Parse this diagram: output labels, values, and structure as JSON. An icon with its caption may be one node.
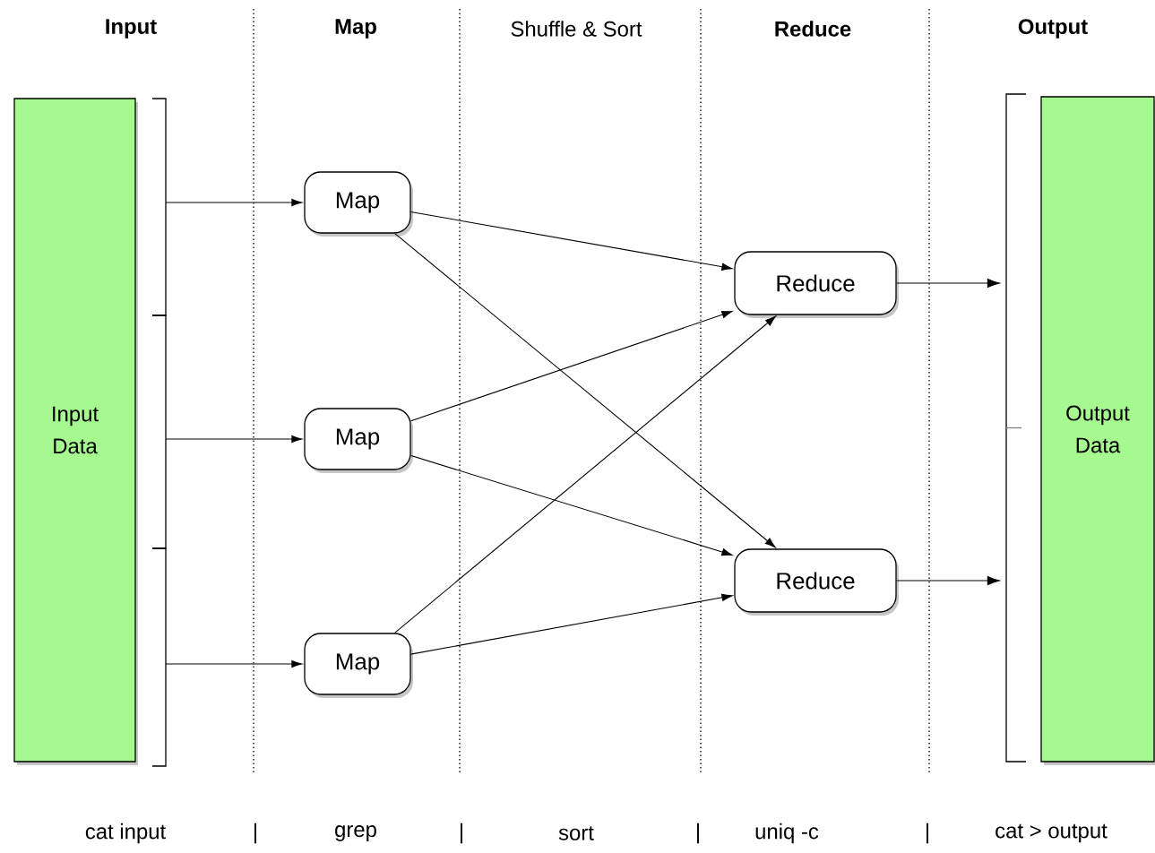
{
  "diagram": {
    "nodes": [
      {
        "text": [
          "Input Data"
        ]
      },
      {
        "text": [],
        "shape": "bracket"
      },
      {
        "text": [],
        "shape": "bracket"
      },
      {
        "text": [],
        "shape": "bracket"
      },
      {
        "text": [
          "Map"
        ]
      },
      {
        "text": [
          "Map"
        ]
      },
      {
        "text": [
          "Map"
        ]
      },
      {
        "text": [
          "Reduce"
        ]
      },
      {
        "text": [
          "Reduce"
        ]
      },
      {
        "text": [],
        "shape": "bracket"
      },
      {
        "text": [
          "Output Data"
        ]
      }
    ],
    "edges": [
      {
        "from": 1,
        "to": 4,
        "arrow": "to"
      },
      {
        "from": 2,
        "to": 5,
        "arrow": "to"
      },
      {
        "from": 3,
        "to": 6,
        "arrow": "to"
      },
      {
        "from": 4,
        "to": 7,
        "arrow": "to"
      },
      {
        "from": 4,
        "to": 8,
        "arrow": "to"
      },
      {
        "from": 5,
        "to": 7,
        "arrow": "to"
      },
      {
        "from": 5,
        "to": 8,
        "arrow": "to"
      },
      {
        "from": 6,
        "to": 7,
        "arrow": "to"
      },
      {
        "from": 6,
        "to": 8,
        "arrow": "to"
      },
      {
        "from": 7,
        "to": 9,
        "arrow": "to"
      },
      {
        "from": 8,
        "to": 9,
        "arrow": "to"
      }
    ],
    "labels": [
      "Input",
      "Map",
      "Shuffle & Sort",
      "Reduce",
      "Output",
      "cat input",
      "|",
      "grep",
      "|",
      "sort",
      "|",
      "uniq -c",
      "|",
      "cat > output"
    ]
  }
}
